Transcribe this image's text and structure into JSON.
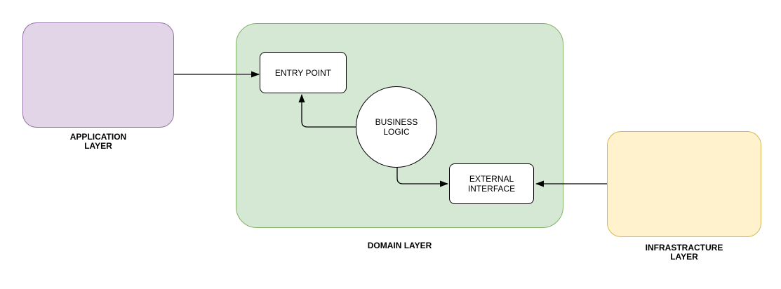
{
  "colors": {
    "canvas_bg": "#ffffff",
    "application_fill": "#e1d5e7",
    "application_stroke": "#9673a6",
    "domain_fill": "#d5e8d4",
    "domain_stroke": "#82b366",
    "infrastructure_fill": "#fff2cc",
    "infrastructure_stroke": "#d6b656",
    "node_fill": "#ffffff",
    "node_stroke": "#000000",
    "edge_color": "#000000",
    "edge_muted_color": "#666666",
    "text_color": "#000000"
  },
  "diagram": {
    "containers": [
      {
        "id": "application",
        "label": "APPLICATION LAYER"
      },
      {
        "id": "domain",
        "label": "DOMAIN LAYER"
      },
      {
        "id": "infrastructure",
        "label": "INFRASTRACTURE LAYER"
      }
    ],
    "nodes": [
      {
        "id": "entry-point",
        "label": "ENTRY POINT",
        "shape": "rounded-rect"
      },
      {
        "id": "business-logic",
        "label": "BUSINESS LOGIC",
        "shape": "circle"
      },
      {
        "id": "external-interface",
        "label": "EXTERNAL INTERFACE",
        "shape": "rounded-rect"
      }
    ],
    "edges": [
      {
        "from": "application-layer",
        "to": "entry-point",
        "direction": "right"
      },
      {
        "from": "business-logic",
        "to": "entry-point",
        "direction": "left-then-up"
      },
      {
        "from": "business-logic",
        "to": "external-interface",
        "direction": "down-then-right"
      },
      {
        "from": "infrastructure-layer",
        "to": "external-interface",
        "direction": "left"
      }
    ]
  }
}
